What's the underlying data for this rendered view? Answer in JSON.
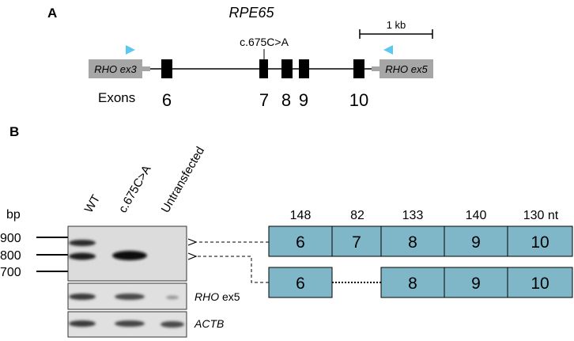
{
  "panel_a": {
    "label": "A",
    "gene_title": "RPE65",
    "scale_bar_label": "1 kb",
    "mutation_label": "c.675C>A",
    "left_box_label": "RHO ex3",
    "right_box_label": "RHO ex5",
    "exons_heading": "Exons",
    "exon_numbers": [
      "6",
      "7",
      "8",
      "9",
      "10"
    ],
    "colors": {
      "primer": "#5bc8f0",
      "rho_box": "#a6a6a6",
      "exon": "#000000"
    }
  },
  "panel_b": {
    "label": "B",
    "bp_label": "bp",
    "ladder": [
      "900",
      "800",
      "700"
    ],
    "lane_labels": [
      "WT",
      "c.675C>A",
      "Untransfected"
    ],
    "gel_row_labels": [
      "RHO ex5",
      "ACTB"
    ],
    "nt_header": [
      "148",
      "82",
      "133",
      "140",
      "130 nt"
    ],
    "transcript_full": [
      "6",
      "7",
      "8",
      "9",
      "10"
    ],
    "transcript_skipped": [
      "6",
      "8",
      "9",
      "10"
    ],
    "colors": {
      "segment_fill": "#7fb7c9",
      "gel_bg": "#dedede"
    }
  }
}
